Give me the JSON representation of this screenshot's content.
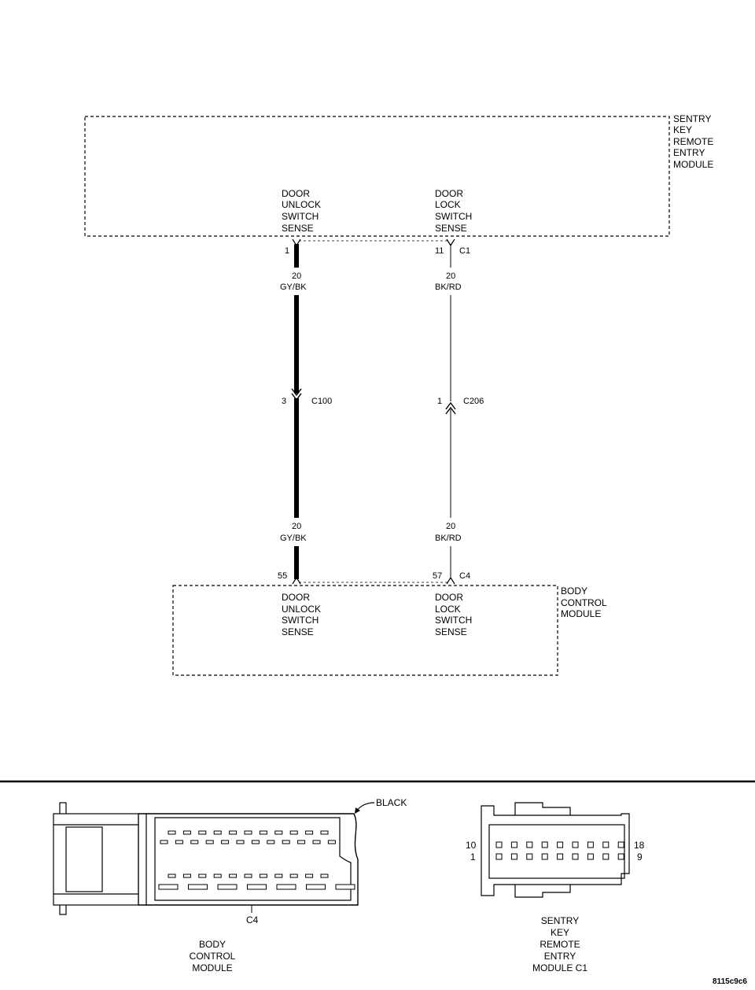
{
  "modules": {
    "skrem": {
      "title": [
        "SENTRY",
        "KEY",
        "REMOTE",
        "ENTRY",
        "MODULE"
      ],
      "unlock_label": [
        "DOOR",
        "UNLOCK",
        "SWITCH",
        "SENSE"
      ],
      "lock_label": [
        "DOOR",
        "LOCK",
        "SWITCH",
        "SENSE"
      ]
    },
    "bcm": {
      "title": [
        "BODY",
        "CONTROL",
        "MODULE"
      ],
      "unlock_label": [
        "DOOR",
        "UNLOCK",
        "SWITCH",
        "SENSE"
      ],
      "lock_label": [
        "DOOR",
        "LOCK",
        "SWITCH",
        "SENSE"
      ]
    }
  },
  "circuits": {
    "unlock": {
      "top_pin": "1",
      "top_gauge": "20",
      "top_color": "GY/BK",
      "inline_pin": "3",
      "inline_connector": "C100",
      "bottom_gauge": "20",
      "bottom_color": "GY/BK",
      "bottom_pin": "55"
    },
    "lock": {
      "top_pin": "11",
      "top_connector": "C1",
      "top_gauge": "20",
      "top_color": "BK/RD",
      "inline_pin": "1",
      "inline_connector": "C206",
      "bottom_gauge": "20",
      "bottom_color": "BK/RD",
      "bottom_pin": "57",
      "bottom_connector": "C4"
    }
  },
  "connector_views": {
    "bcm": {
      "color_label": "BLACK",
      "connector_id": "C4",
      "caption": [
        "BODY",
        "CONTROL",
        "MODULE"
      ]
    },
    "skrem": {
      "pin_labels": {
        "top_left": "10",
        "bottom_left": "1",
        "top_right": "18",
        "bottom_right": "9"
      },
      "caption": [
        "SENTRY",
        "KEY",
        "REMOTE",
        "ENTRY",
        "MODULE C1"
      ]
    }
  },
  "figure_id": "8115c9c6"
}
